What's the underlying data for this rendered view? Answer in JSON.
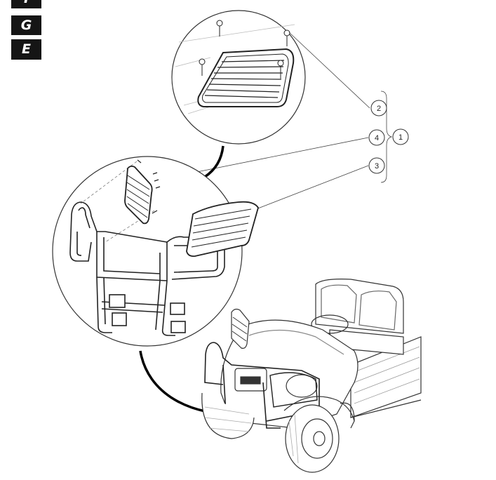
{
  "side_tabs": [
    "I",
    "G",
    "E"
  ],
  "callouts": {
    "c1": "1",
    "c2": "2",
    "c3": "3",
    "c4": "4"
  }
}
